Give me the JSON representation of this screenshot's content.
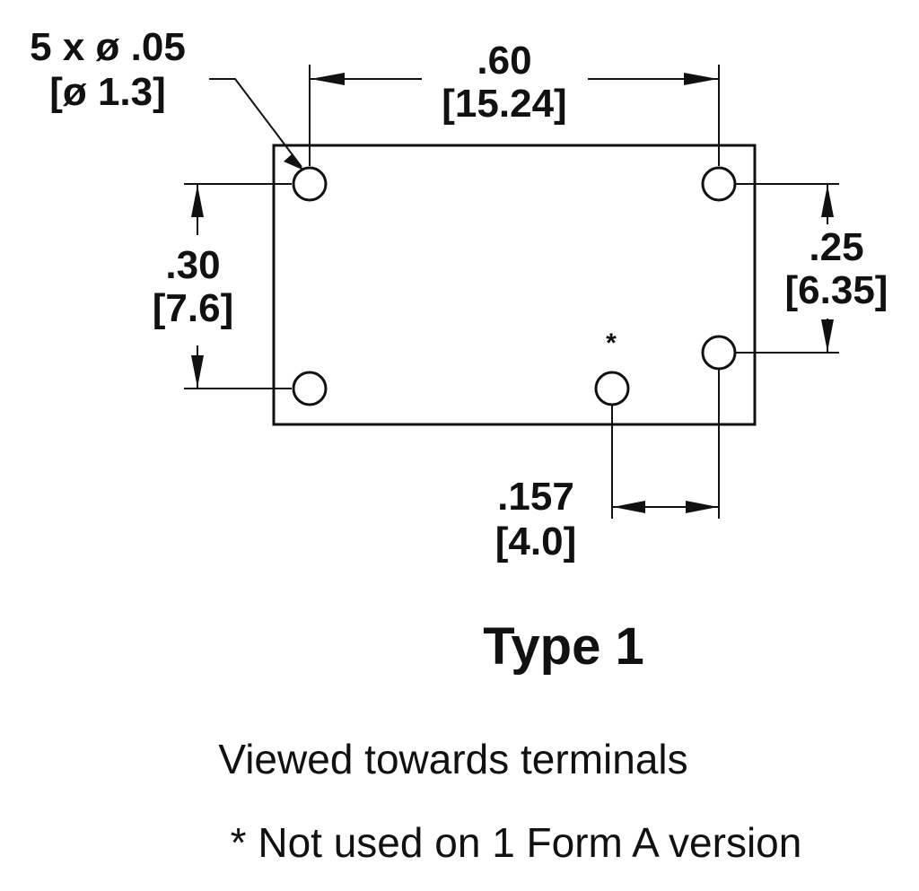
{
  "labels": {
    "hole_callout_line1": "5 x ø .05",
    "hole_callout_line2": "[ø 1.3]",
    "dim_width_in": ".60",
    "dim_width_mm": "[15.24]",
    "dim_left_height_in": ".30",
    "dim_left_height_mm": "[7.6]",
    "dim_right_height_in": ".25",
    "dim_right_height_mm": "[6.35]",
    "dim_bottom_spacing_in": ".157",
    "dim_bottom_spacing_mm": "[4.0]",
    "unused_pin_marker": "*"
  },
  "title": "Type 1",
  "notes": {
    "view_note": "Viewed towards terminals",
    "footnote": "* Not used on 1 Form A version"
  },
  "colors": {
    "ink": "#111111",
    "background": "#ffffff"
  }
}
